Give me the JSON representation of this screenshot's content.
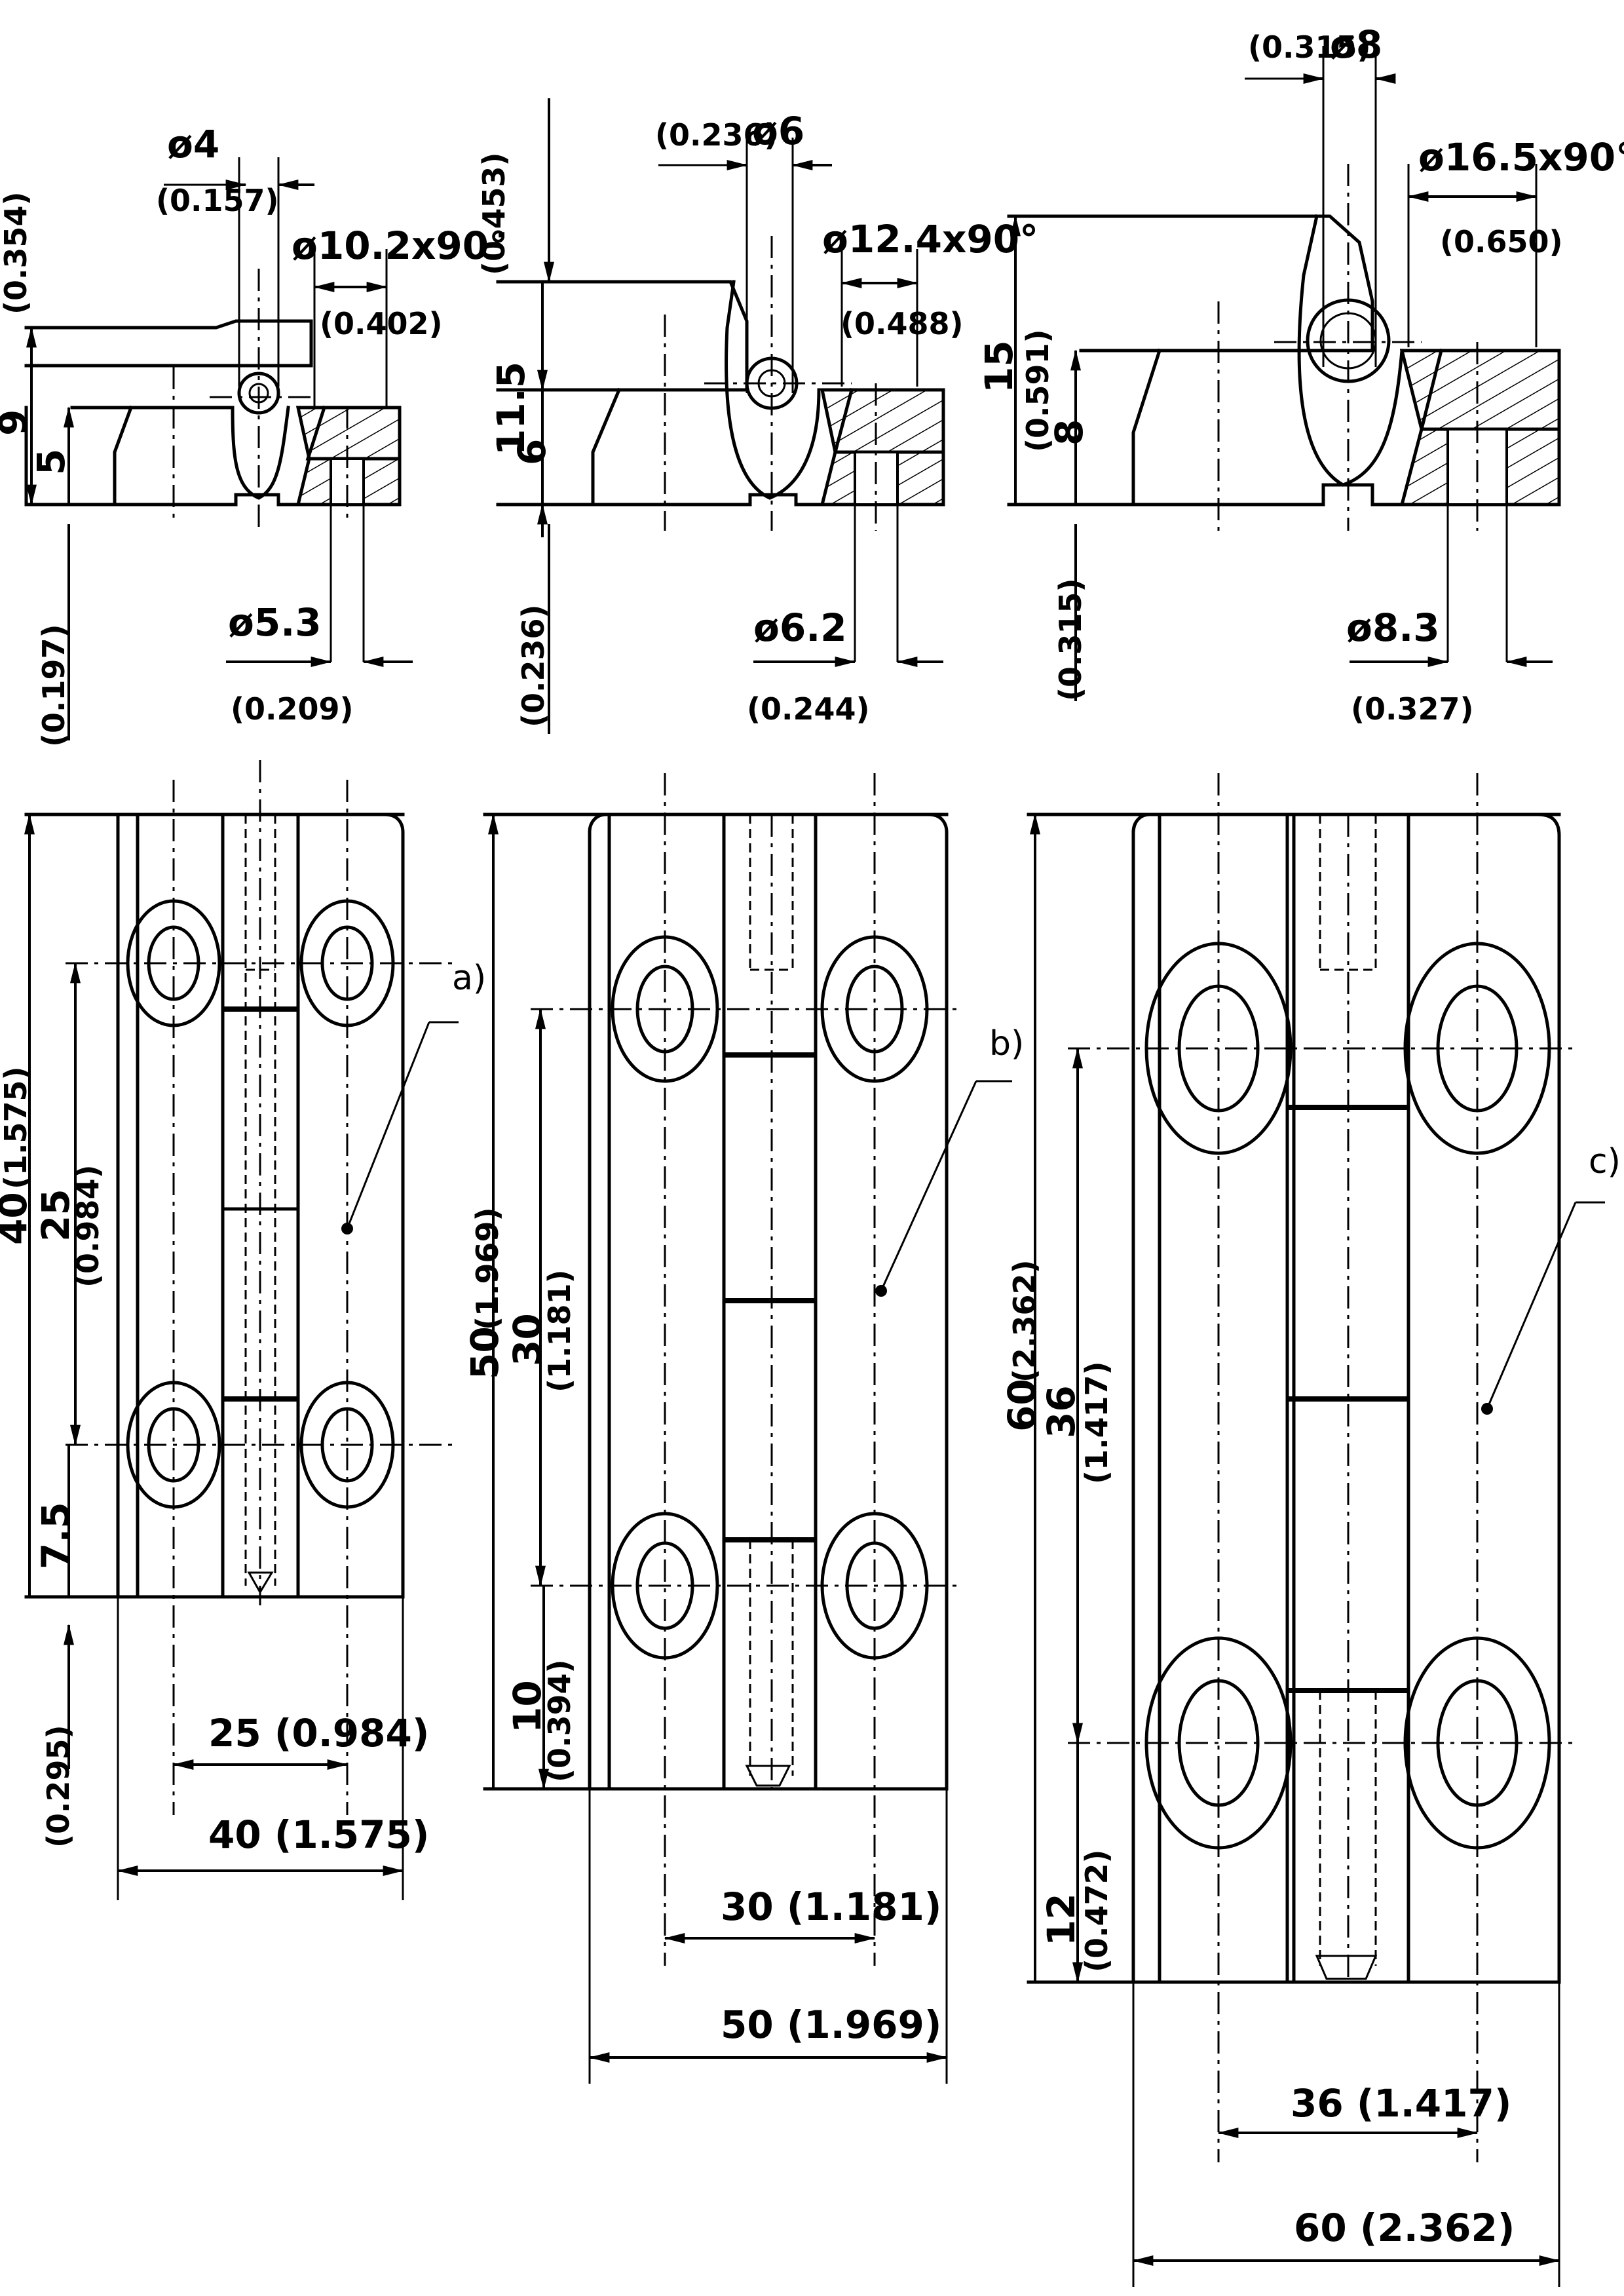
{
  "a": {
    "label": "a)",
    "top": {
      "pin_d": "ø4",
      "pin_d_in": "(0.157)",
      "csk": "ø10.2x90°",
      "csk_in": "(0.402)",
      "hole": "ø5.3",
      "hole_in": "(0.209)",
      "h_total": "9",
      "h_total_in": "(0.354)",
      "h_leaf": "5",
      "h_leaf_in": "(0.197)"
    },
    "front": {
      "height": "40",
      "height_in": "(1.575)",
      "hole_pitch_v": "25",
      "hole_pitch_v_in": "(0.984)",
      "edge_v": "7.5",
      "edge_v_in": "(0.295)",
      "hole_pitch_h": "25 (0.984)",
      "width": "40 (1.575)"
    }
  },
  "b": {
    "label": "b)",
    "top": {
      "pin_d_in": "(0.236)",
      "pin_d": "ø6",
      "csk": "ø12.4x90°",
      "csk_in": "(0.488)",
      "hole": "ø6.2",
      "hole_in": "(0.244)",
      "h_total": "11.5",
      "h_total_in": "(0.453)",
      "h_leaf": "6",
      "h_leaf_in": "(0.236)"
    },
    "front": {
      "height": "50",
      "height_in": "(1.969)",
      "hole_pitch_v": "30",
      "hole_pitch_v_in": "(1.181)",
      "edge_v": "10",
      "edge_v_in": "(0.394)",
      "hole_pitch_h": "30 (1.181)",
      "width": "50 (1.969)"
    }
  },
  "c": {
    "label": "c)",
    "top": {
      "pin_d_in": "(0.315)",
      "pin_d": "ø8",
      "csk": "ø16.5x90°",
      "csk_in": "(0.650)",
      "hole": "ø8.3",
      "hole_in": "(0.327)",
      "h_total": "15",
      "h_total_in": "(0.591)",
      "h_leaf": "8",
      "h_leaf_in": "(0.315)"
    },
    "front": {
      "height": "60",
      "height_in": "(2.362)",
      "hole_pitch_v": "36",
      "hole_pitch_v_in": "(1.417)",
      "edge_v": "12",
      "edge_v_in": "(0.472)",
      "hole_pitch_h": "36 (1.417)",
      "width": "60 (2.362)"
    }
  }
}
